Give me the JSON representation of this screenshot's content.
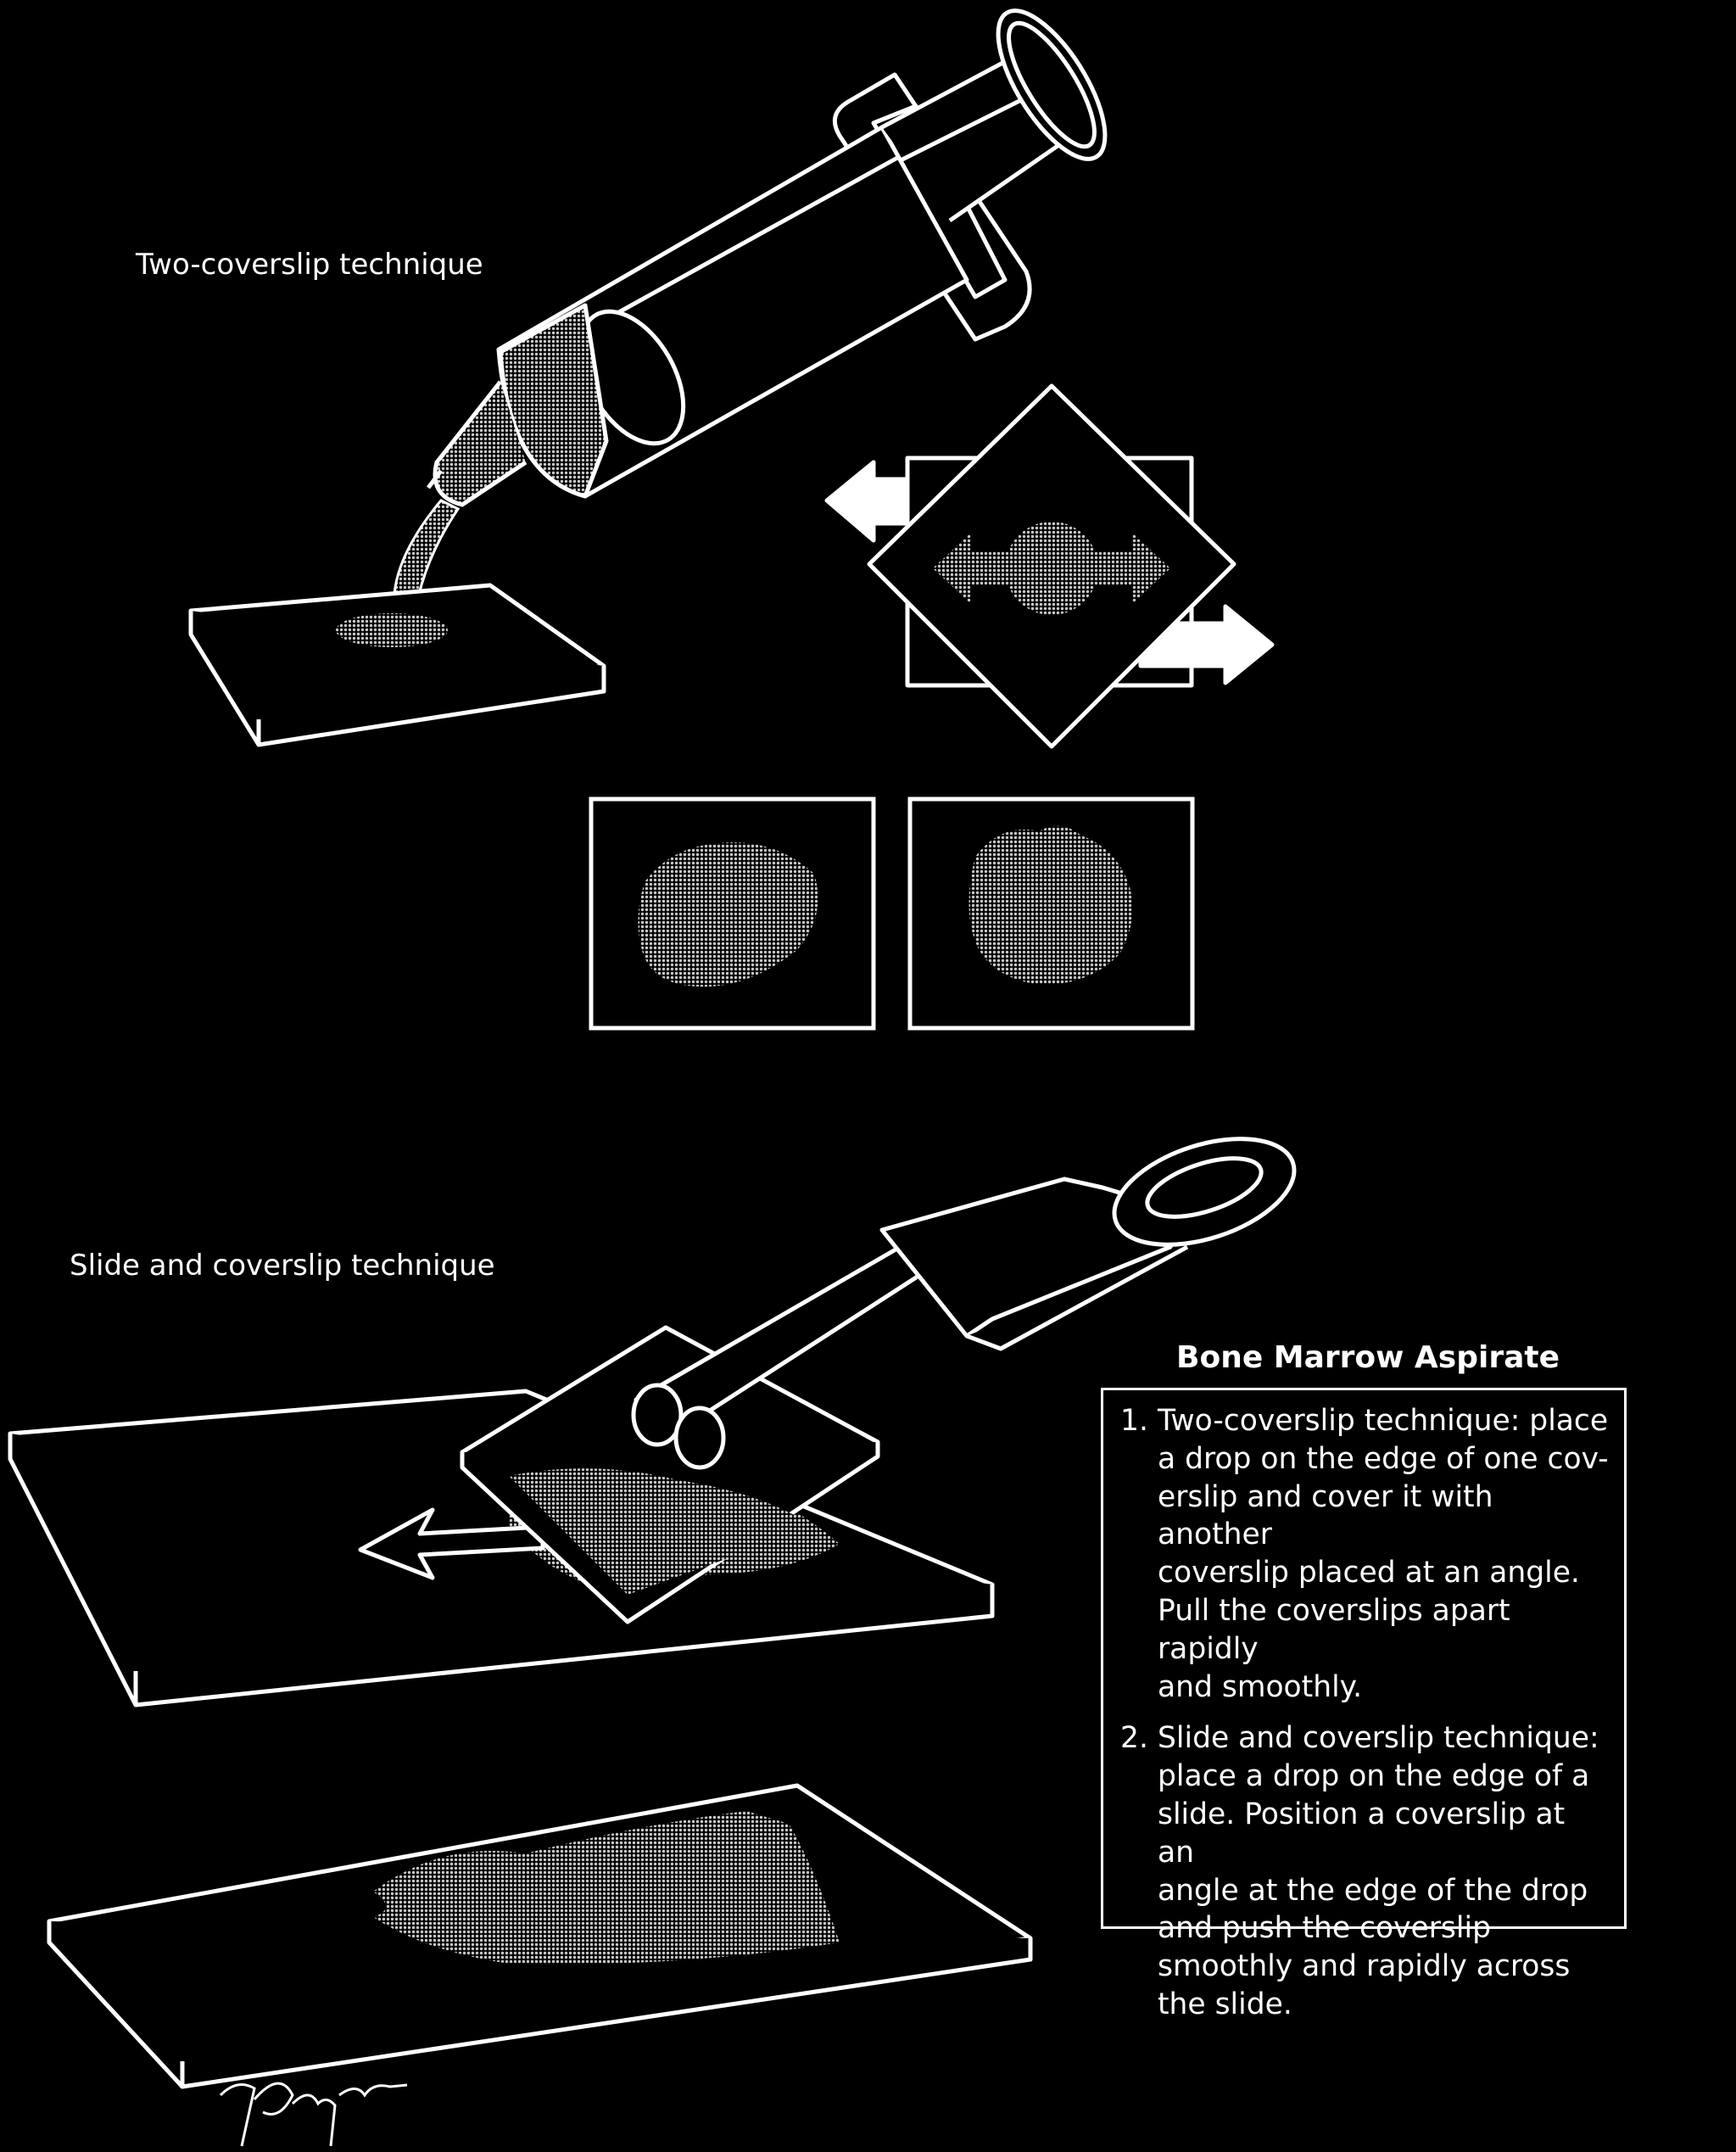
{
  "labels": {
    "two_coverslip": "Two-coverslip technique",
    "slide_coverslip": "Slide and coverslip technique"
  },
  "instructions": {
    "title": "Bone Marrow Aspirate",
    "steps": [
      {
        "num": "1.",
        "text": "Two-coverslip technique: place\na drop on the edge of one cov-\nerslip and cover it with another\ncoverslip placed at an angle.\nPull the coverslips apart rapidly\nand smoothly."
      },
      {
        "num": "2.",
        "text": "Slide and coverslip technique:\nplace a drop on the edge of a\nslide. Position a coverslip at an\nangle at the edge of the drop\nand push the coverslip\nsmoothly and rapidly across\nthe slide."
      }
    ]
  },
  "signature": "T Phelps",
  "colors": {
    "background": "#000000",
    "line": "#ffffff",
    "stipple": "#9a9a9a"
  }
}
